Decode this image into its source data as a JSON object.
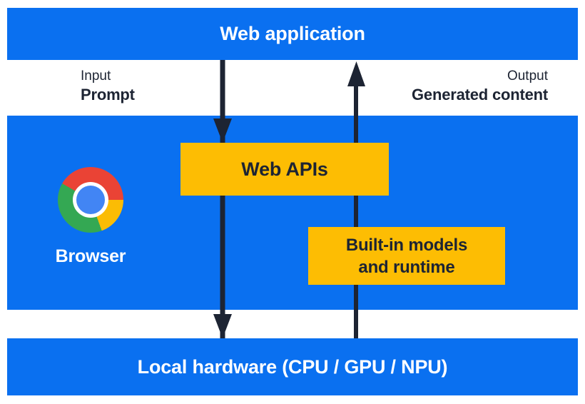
{
  "palette": {
    "panel_blue": "#0a70f0",
    "box_yellow": "#fdbd03",
    "ink_dark": "#1d2433",
    "text_white": "#ffffff",
    "chrome_red": "#EA4335",
    "chrome_green": "#34A853",
    "chrome_yellow": "#FBBC04",
    "chrome_blue": "#4285F4"
  },
  "diagram": {
    "top_bar": {
      "label": "Web application"
    },
    "flows": {
      "input": {
        "label": "Input",
        "sublabel": "Prompt"
      },
      "output": {
        "label": "Output",
        "sublabel": "Generated content"
      }
    },
    "browser_panel": {
      "browser_label": "Browser",
      "web_apis_box": {
        "label": "Web APIs"
      },
      "models_box": {
        "line1": "Built-in models",
        "line2": "and runtime"
      }
    },
    "bottom_bar": {
      "label": "Local hardware (CPU / GPU / NPU)"
    }
  }
}
